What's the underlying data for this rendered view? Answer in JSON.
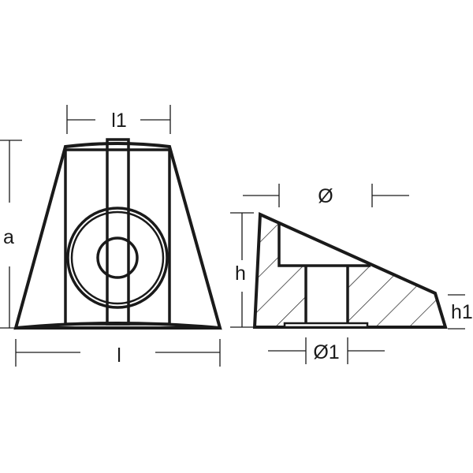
{
  "front_view": {
    "labels": {
      "top_width": "l1",
      "height": "a",
      "base_width": "l"
    }
  },
  "side_view": {
    "labels": {
      "diameter": "Ø",
      "height": "h",
      "end_height": "h1",
      "bore_diameter": "Ø1"
    }
  },
  "colors": {
    "line": "#1a1a1a",
    "background": "#ffffff"
  }
}
